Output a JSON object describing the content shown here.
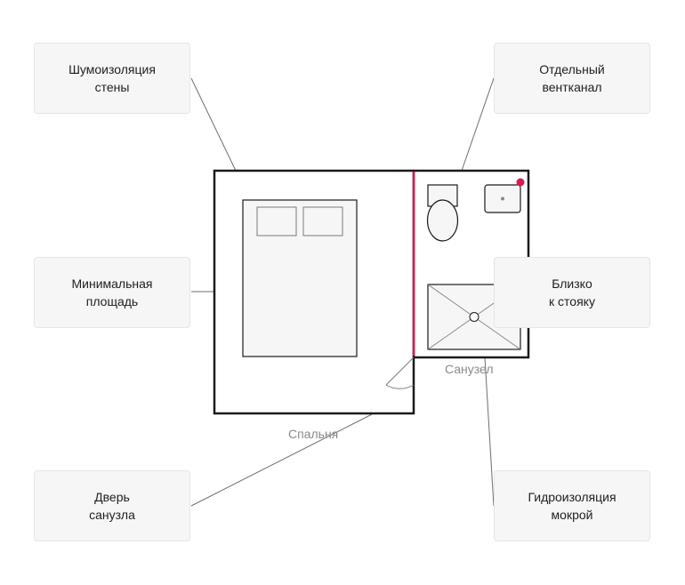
{
  "callouts": {
    "wall_insulation": {
      "line1": "Шумоизоляция",
      "line2": "стены"
    },
    "separate_vent": {
      "line1": "Отдельный",
      "line2": "вентканал"
    },
    "minimal_area": {
      "line1": "Минимальная",
      "line2": "площадь"
    },
    "close_to_riser": {
      "line1": "Близко",
      "line2": "к стояку"
    },
    "bathroom_door": {
      "line1": "Дверь",
      "line2": "санузла"
    },
    "wet_waterproofing": {
      "line1": "Гидроизоляция",
      "line2": "мокрой"
    }
  },
  "rooms": {
    "bathroom": "Санузел",
    "bedroom": "Спальня"
  },
  "colors": {
    "accent": "#d81b4a",
    "wall": "#1a1a1a",
    "line": "#6e6e6e",
    "box_fill": "#f6f6f6",
    "label": "#8a8a8a"
  }
}
